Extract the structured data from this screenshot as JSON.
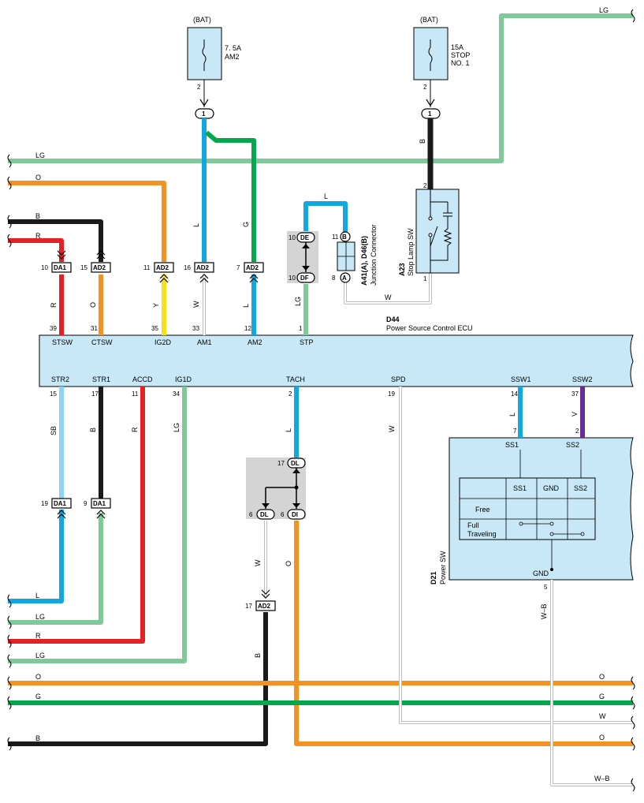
{
  "colors": {
    "LG": "#7fc89a",
    "O": "#f39224",
    "B": "#1a1a1a",
    "R": "#e42124",
    "Y": "#f7e11b",
    "L": "#12a7e0",
    "G": "#06a64d",
    "W": "#bdbdbd",
    "SB": "#8fd3f2",
    "V": "#6a2c91",
    "W-B": "#bdbdbd",
    "ecu_fill": "#c9e8f7",
    "gray_box": "#d4d4d4"
  },
  "fuses": [
    {
      "id": "fuse-am2",
      "bat": "(BAT)",
      "line1": "7. 5A",
      "line2": "AM2",
      "pin": "2",
      "conn": "1"
    },
    {
      "id": "fuse-stop",
      "bat": "(BAT)",
      "line1": "15A",
      "line2": "STOP",
      "line3": "NO. 1",
      "pin": "2",
      "conn": "1"
    }
  ],
  "ecu": {
    "code": "D44",
    "name": "Power Source Control ECU",
    "top_terminals": [
      {
        "label": "STSW",
        "pin": "39"
      },
      {
        "label": "CTSW",
        "pin": "31"
      },
      {
        "label": "IG2D",
        "pin": "35"
      },
      {
        "label": "AM1",
        "pin": "33"
      },
      {
        "label": "AM2",
        "pin": "12"
      },
      {
        "label": "STP",
        "pin": "1"
      }
    ],
    "bottom_terminals": [
      {
        "label": "STR2",
        "pin": "15"
      },
      {
        "label": "STR1",
        "pin": "17"
      },
      {
        "label": "ACCD",
        "pin": "11"
      },
      {
        "label": "IG1D",
        "pin": "34"
      },
      {
        "label": "TACH",
        "pin": "2"
      },
      {
        "label": "SPD",
        "pin": "19"
      },
      {
        "label": "SSW1",
        "pin": "14"
      },
      {
        "label": "SSW2",
        "pin": "37"
      }
    ]
  },
  "upper_connectors": [
    {
      "pin": "10",
      "name": "DA1",
      "color": "R"
    },
    {
      "pin": "15",
      "name": "AD2",
      "color": "O"
    },
    {
      "pin": "11",
      "name": "AD2",
      "color": "Y"
    },
    {
      "pin": "16",
      "name": "AD2",
      "color": "W"
    },
    {
      "pin": "7",
      "name": "AD2",
      "color": "L"
    }
  ],
  "upper_wire_labels": {
    "top_B": "B",
    "top_R": "R",
    "top_O": "O",
    "top_LG": "LG",
    "am1_L": "L",
    "am2_G": "G",
    "stop_B": "B",
    "stp_L": "L",
    "stp_LG": "LG",
    "w_jc": "W",
    "top_right_LG": "LG"
  },
  "junction": {
    "de_pin": "10",
    "de_name": "DE",
    "df_pin": "10",
    "df_name": "DF",
    "b_pin": "11",
    "b_name": "B",
    "a_pin": "8",
    "a_name": "A",
    "code": "A41(A), D46(B)",
    "name": "Junction Connector"
  },
  "stop_switch": {
    "code": "A23",
    "name": "Stop Lamp SW",
    "pin_top": "2",
    "pin_bottom": "1"
  },
  "lower_wire_labels": {
    "str2": "SB",
    "str1": "B",
    "accd": "R",
    "ig1d": "LG",
    "tach": "L",
    "spd": "W",
    "ssw1": "L",
    "ssw2": "V",
    "dl_w": "W",
    "di_o": "O",
    "ad2_b": "B",
    "gnd_wb": "W–B"
  },
  "lower_connectors": [
    {
      "pin": "19",
      "name": "DA1"
    },
    {
      "pin": "9",
      "name": "DA1"
    },
    {
      "pin": "17",
      "name": "AD2"
    }
  ],
  "tach_junction": {
    "dl_top_pin": "17",
    "dl_top": "DL",
    "dl_pin": "6",
    "dl": "DL",
    "di_pin": "6",
    "di": "DI"
  },
  "power_sw": {
    "code": "D21",
    "name": "Power SW",
    "ss1": "SS1",
    "ss2": "SS2",
    "gnd": "GND",
    "pin_ss1": "7",
    "pin_ss2": "2",
    "pin_gnd": "5",
    "table_headers": [
      "SS1",
      "GND",
      "SS2"
    ],
    "rows": [
      "Free",
      "Full Traveling"
    ]
  },
  "bottom_wire_labels": {
    "L": "L",
    "LG1": "LG",
    "R": "R",
    "LG2": "LG",
    "O_left": "O",
    "G_left": "G",
    "B_left": "B",
    "O_right": "O",
    "G_right": "G",
    "W_right": "W",
    "O_right2": "O",
    "WB_right": "W–B"
  }
}
